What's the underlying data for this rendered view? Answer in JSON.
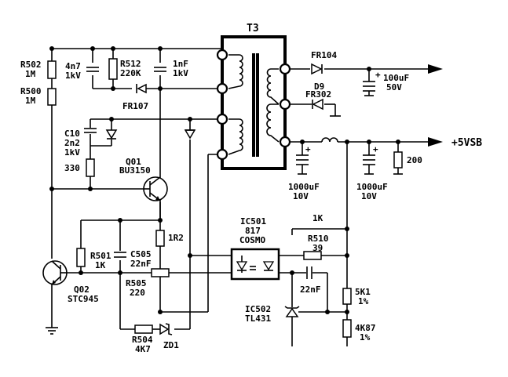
{
  "labels": {
    "t3": "T3",
    "r502_ref": "R502",
    "r502_val": "1M",
    "r500_ref": "R500",
    "r500_val": "1M",
    "c_4n7_val": "4n7",
    "c_4n7_v": "1kV",
    "r512_ref": "R512",
    "r512_val": "220K",
    "c_1nf_val": "1nF",
    "c_1nf_v": "1kV",
    "fr107": "FR107",
    "c10_ref": "C10",
    "c10_val": "2n2",
    "c10_v": "1kV",
    "r330": "330",
    "q01_ref": "Q01",
    "q01_part": "BU3150",
    "r1r2": "1R2",
    "r501_ref": "R501",
    "r501_val": "1K",
    "c505_ref": "C505",
    "c505_val": "22nF",
    "r505_ref": "R505",
    "r505_val": "220",
    "q02_ref": "Q02",
    "q02_part": "STC945",
    "r504_ref": "R504",
    "r504_val": "4K7",
    "zd1": "ZD1",
    "fr104": "FR104",
    "d9": "D9",
    "fr302": "FR302",
    "c_100uf_val": "100uF",
    "c_100uf_v": "50V",
    "vsb": "+5VSB",
    "c_1000a_val": "1000uF",
    "c_1000a_v": "10V",
    "c_1000b_val": "1000uF",
    "c_1000b_v": "10V",
    "r200": "200",
    "ic501_ref": "IC501",
    "ic501_part": "817",
    "ic501_mfr": "COSMO",
    "r1k": "1K",
    "r510_ref": "R510",
    "r510_val": "39",
    "c_22nf": "22nF",
    "r5k1_val": "5K1",
    "r5k1_tol": "1%",
    "ic502_ref": "IC502",
    "ic502_part": "TL431",
    "r4k87_val": "4K87",
    "r4k87_tol": "1%"
  }
}
